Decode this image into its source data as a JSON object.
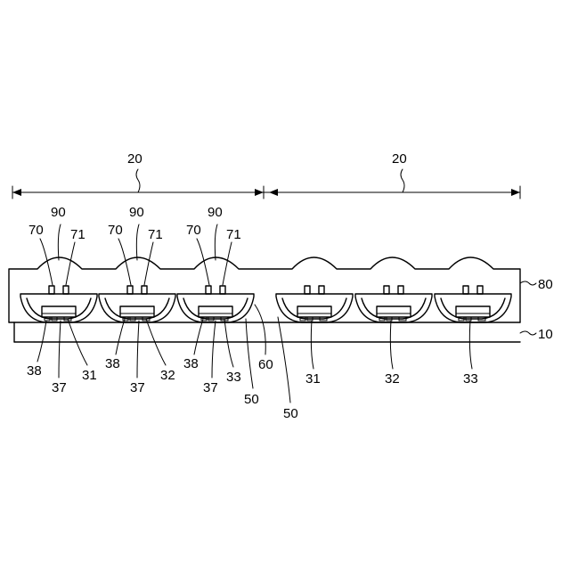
{
  "labels": {
    "l20a": "20",
    "l20b": "20",
    "l80": "80",
    "l10": "10",
    "top": [
      {
        "l70": "70",
        "l90": "90",
        "l71": "71"
      },
      {
        "l70": "70",
        "l90": "90",
        "l71": "71"
      },
      {
        "l70": "70",
        "l90": "90",
        "l71": "71"
      }
    ],
    "bottom": [
      {
        "l38": "38",
        "l37": "37",
        "lchip": "31"
      },
      {
        "l38": "38",
        "l37": "37",
        "lchip": "32"
      },
      {
        "l38": "38",
        "l37": "37",
        "lchip": "33"
      }
    ],
    "l60": "60",
    "l50a": "50",
    "l50b": "50",
    "right": [
      "31",
      "32",
      "33"
    ]
  }
}
